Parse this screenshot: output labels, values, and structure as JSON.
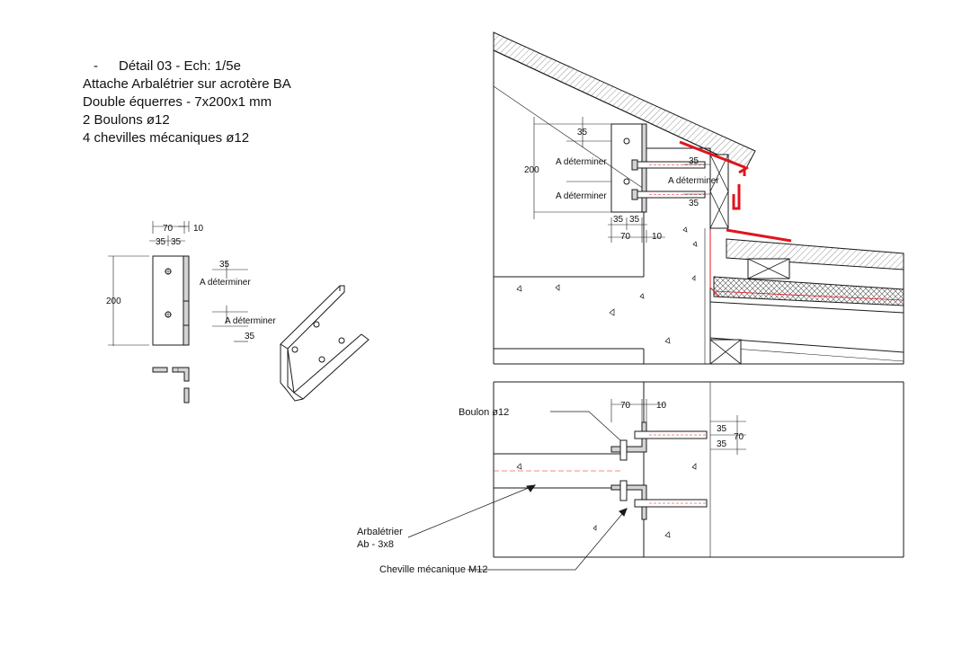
{
  "title_block": {
    "dash": "-",
    "detail": "Détail 03 - Ech: 1/5e",
    "line1": "Attache Arbalétrier sur acrotère BA",
    "line2": "Double équerres - 7x200x1 mm",
    "line3": "2 Boulons ø12",
    "line4": "4 chevilles mécaniques ø12"
  },
  "bracket_detail": {
    "dim_70": "70",
    "dim_10": "10",
    "dim_35_a": "35",
    "dim_35_b": "35",
    "dim_200": "200",
    "dim_35_top": "35",
    "a_determiner_1": "A déterminer",
    "a_determiner_2": "A déterminer",
    "dim_35_bottom": "35"
  },
  "section_view": {
    "dim_35_top": "35",
    "dim_200": "200",
    "a_determiner_left_1": "A déterminer",
    "a_determiner_left_2": "A déterminer",
    "dim_35_right_1": "35",
    "a_determiner_right": "A déterminer",
    "dim_35_right_2": "35",
    "dim_35_b1": "35",
    "dim_35_b2": "35",
    "dim_70": "70",
    "dim_10": "10"
  },
  "plan_view": {
    "dim_70": "70",
    "dim_10": "10",
    "dim_35_1": "35",
    "dim_35_2": "35",
    "dim_70_side": "70",
    "label_boulon": "Boulon ø12",
    "label_arbaletrier": "Arbalétrier",
    "label_ab": "Ab - 3x8",
    "label_cheville": "Cheville mécanique M12"
  },
  "colors": {
    "line": "#1a1a1a",
    "red_flashing": "#e0141e",
    "steel_fill": "#d4d4d4",
    "hatch": "#666666"
  }
}
